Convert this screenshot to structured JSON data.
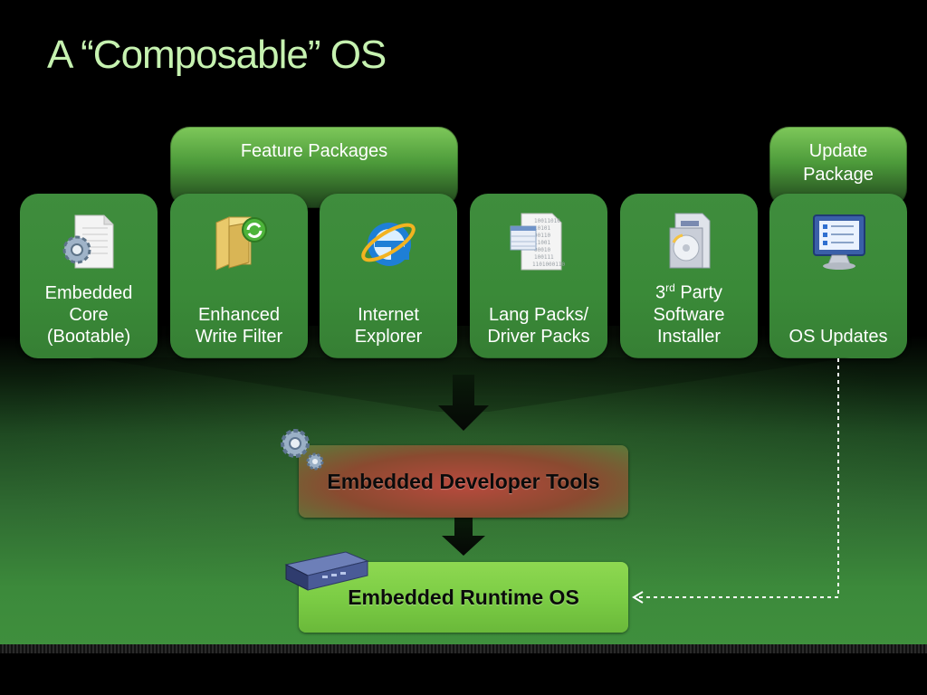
{
  "slide": {
    "title": "A “Composable” OS"
  },
  "groups": {
    "feature_packages": "Feature Packages",
    "update_package_line1": "Update",
    "update_package_line2": "Package"
  },
  "cards": [
    {
      "line1": "Embedded",
      "line2": "Core",
      "line3": "(Bootable)",
      "icon": "gear-document-icon"
    },
    {
      "line1": "Enhanced",
      "line2": "Write Filter",
      "icon": "folder-refresh-icon"
    },
    {
      "line1": "Internet",
      "line2": "Explorer",
      "icon": "internet-explorer-icon"
    },
    {
      "line1": "Lang Packs/",
      "line2": "Driver Packs",
      "icon": "binary-document-icon"
    },
    {
      "line1_num": "3",
      "line1_sup": "rd",
      "line1_rest": " Party",
      "line2": "Software",
      "line3": "Installer",
      "icon": "software-box-icon"
    },
    {
      "line1": "OS Updates",
      "icon": "monitor-checklist-icon"
    }
  ],
  "tools": {
    "label": "Embedded Developer Tools",
    "icon": "gears-icon"
  },
  "runtime": {
    "label": "Embedded Runtime OS",
    "icon": "device-icon"
  },
  "colors": {
    "title": "#c6f2b0",
    "card": "#3a8a38",
    "runtime_box": "#7ccd45",
    "tools_box": "#a8483a",
    "connector": "#ffffff"
  }
}
